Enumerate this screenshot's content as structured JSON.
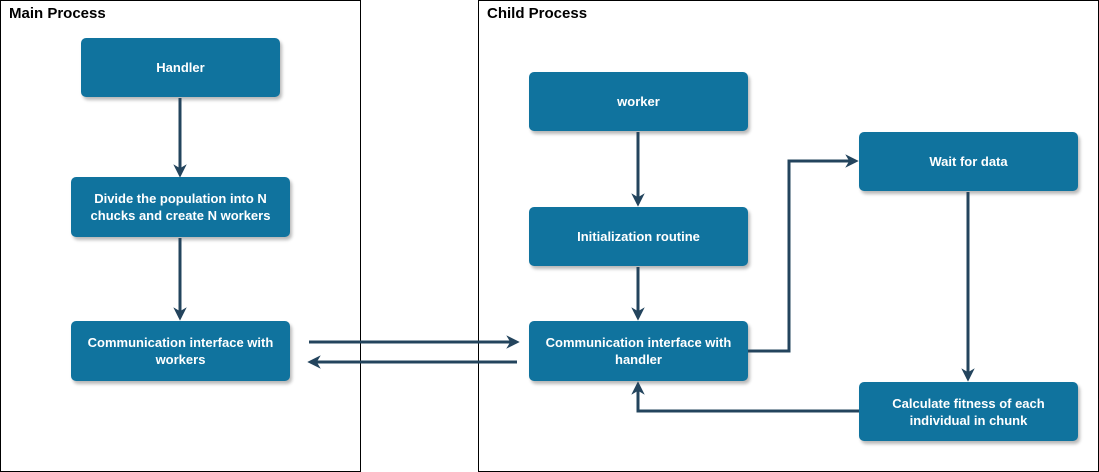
{
  "main_process": {
    "title": "Main Process",
    "nodes": {
      "handler": "Handler",
      "divide": "Divide the population into N chucks and create N workers",
      "comm": "Communication interface with workers"
    }
  },
  "child_process": {
    "title": "Child Process",
    "nodes": {
      "worker": "worker",
      "init": "Initialization routine",
      "comm": "Communication interface with handler",
      "wait": "Wait for data",
      "calc": "Calculate fitness of each individual in chunk"
    }
  },
  "colors": {
    "node_fill": "#10739e",
    "node_text": "#ffffff",
    "arrow": "#23445d",
    "border": "#000000"
  }
}
